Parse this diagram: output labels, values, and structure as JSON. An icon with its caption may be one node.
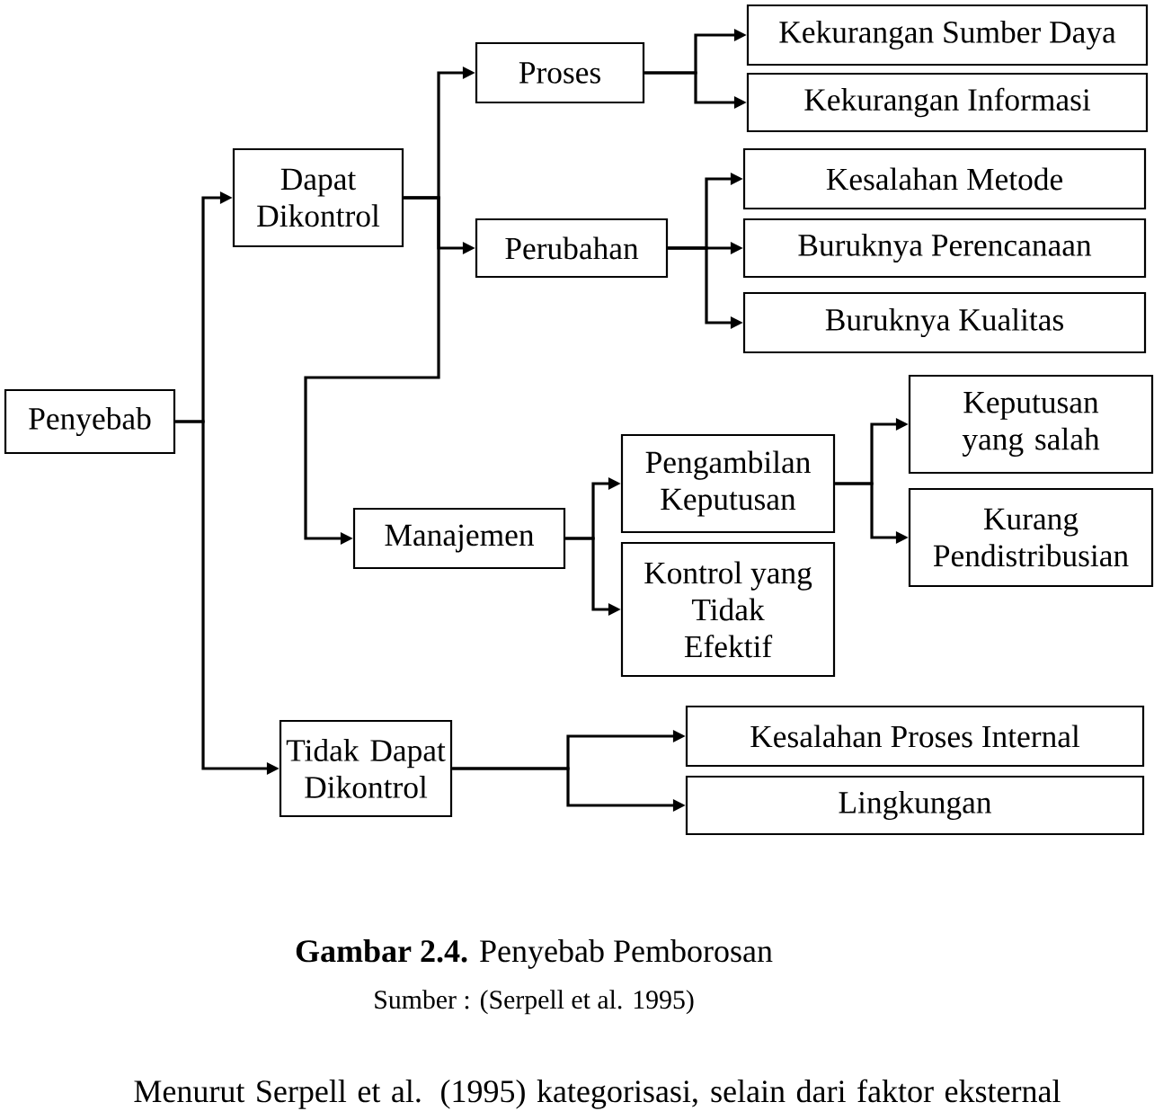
{
  "diagram": {
    "caption": "**Gambar 2.4.** Penyebab Pemborosan",
    "nodes": [
      {
        "text": [
          "Penyebab"
        ]
      },
      {
        "text": [
          "Dapat Dikontrol"
        ]
      },
      {
        "text": [
          "Proses"
        ]
      },
      {
        "text": [
          "Kekurangan Sumber Daya"
        ]
      },
      {
        "text": [
          "Kekurangan Informasi"
        ]
      },
      {
        "text": [
          "Perubahan"
        ]
      },
      {
        "text": [
          "Kesalahan Metode"
        ]
      },
      {
        "text": [
          "Buruknya Perencanaan"
        ]
      },
      {
        "text": [
          "Buruknya Kualitas"
        ]
      },
      {
        "text": [
          "Manajemen"
        ]
      },
      {
        "text": [
          "Pengambilan Keputusan"
        ]
      },
      {
        "text": [
          "Keputusan yang salah"
        ]
      },
      {
        "text": [
          "Kurang Pendistribusian"
        ]
      },
      {
        "text": [
          "Kontrol yang Tidak Efektif"
        ]
      },
      {
        "text": [
          "Tidak Dapat Dikontrol"
        ]
      },
      {
        "text": [
          "Kesalahan Proses Internal"
        ]
      },
      {
        "text": [
          "Lingkungan"
        ]
      }
    ],
    "edges": [
      {
        "from": 0,
        "to": 1,
        "arrow": "to"
      },
      {
        "from": 0,
        "to": 14,
        "arrow": "to"
      },
      {
        "from": 1,
        "to": 2,
        "arrow": "to"
      },
      {
        "from": 1,
        "to": 5,
        "arrow": "to"
      },
      {
        "from": 1,
        "to": 9,
        "arrow": "to"
      },
      {
        "from": 2,
        "to": 3,
        "arrow": "to"
      },
      {
        "from": 2,
        "to": 4,
        "arrow": "to"
      },
      {
        "from": 5,
        "to": 6,
        "arrow": "to"
      },
      {
        "from": 5,
        "to": 7,
        "arrow": "to"
      },
      {
        "from": 5,
        "to": 8,
        "arrow": "to"
      },
      {
        "from": 9,
        "to": 10,
        "arrow": "to"
      },
      {
        "from": 9,
        "to": 13,
        "arrow": "to"
      },
      {
        "from": 10,
        "to": 11,
        "arrow": "to"
      },
      {
        "from": 10,
        "to": 12,
        "arrow": "to"
      },
      {
        "from": 14,
        "to": 15,
        "arrow": "to"
      },
      {
        "from": 14,
        "to": 16,
        "arrow": "to"
      }
    ],
    "labels": [
      "Sumber : (Serpell et al. 1995)",
      "Menurut Serpell et al. (1995) kategorisasi, selain dari faktor eksternal"
    ]
  }
}
